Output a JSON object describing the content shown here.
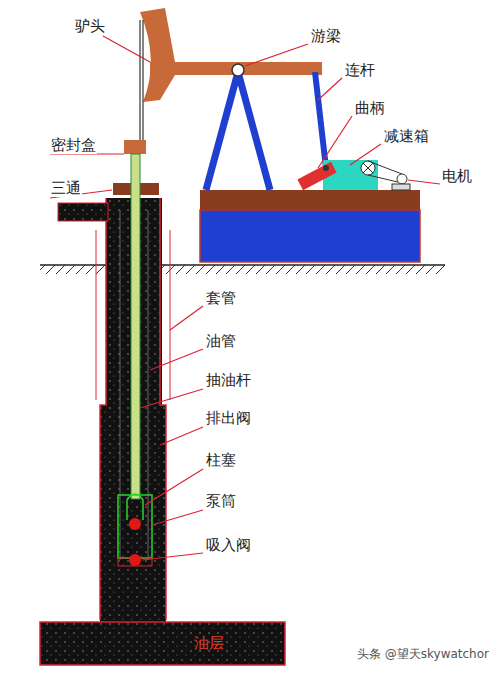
{
  "diagram": {
    "nodes": [
      {
        "text": [
          "油层"
        ]
      }
    ],
    "labels": [
      "驴头",
      "游梁",
      "连杆",
      "曲柄",
      "减速箱",
      "电机",
      "密封盒",
      "三通",
      "套管",
      "油管",
      "抽油杆",
      "排出阀",
      "柱塞",
      "泵筒",
      "吸入阀",
      "头条 @望天skywatchor"
    ]
  }
}
